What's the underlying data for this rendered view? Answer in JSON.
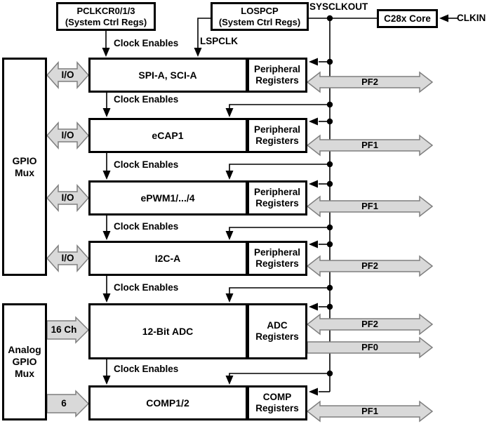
{
  "header": {
    "pclkcr_line1": "PCLKCR0/1/3",
    "pclkcr_line2": "(System Ctrl Regs)",
    "lospcp_line1": "LOSPCP",
    "lospcp_line2": "(System Ctrl Regs)",
    "sysclkout": "SYSCLKOUT",
    "c28x_core": "C28x Core",
    "clkin": "CLKIN",
    "lspclk": "LSPCLK",
    "clock_enables": "Clock Enables"
  },
  "left_panel": {
    "gpio_mux_line1": "GPIO",
    "gpio_mux_line2": "Mux",
    "analog_line1": "Analog",
    "analog_line2": "GPIO",
    "analog_line3": "Mux",
    "io": "I/O",
    "adc_channels": "16 Ch",
    "comp_inputs": "6"
  },
  "rows": [
    {
      "name": "SPI-A, SCI-A",
      "regs_line1": "Peripheral",
      "regs_line2": "Registers"
    },
    {
      "name": "eCAP1",
      "regs_line1": "Peripheral",
      "regs_line2": "Registers"
    },
    {
      "name": "ePWM1/.../4",
      "regs_line1": "Peripheral",
      "regs_line2": "Registers"
    },
    {
      "name": "I2C-A",
      "regs_line1": "Peripheral",
      "regs_line2": "Registers"
    },
    {
      "name": "12-Bit ADC",
      "regs_line1": "ADC",
      "regs_line2": "Registers"
    },
    {
      "name": "COMP1/2",
      "regs_line1": "COMP",
      "regs_line2": "Registers"
    }
  ],
  "pf_buses": [
    {
      "label": "PF2"
    },
    {
      "label": "PF1"
    },
    {
      "label": "PF1"
    },
    {
      "label": "PF2"
    },
    {
      "label": "PF2"
    },
    {
      "label": "PF0"
    },
    {
      "label": "PF1"
    }
  ],
  "colors": {
    "bus-fill": "#d9d9d9",
    "bus-stroke": "#7f7f7f",
    "line-color": "#000000"
  }
}
